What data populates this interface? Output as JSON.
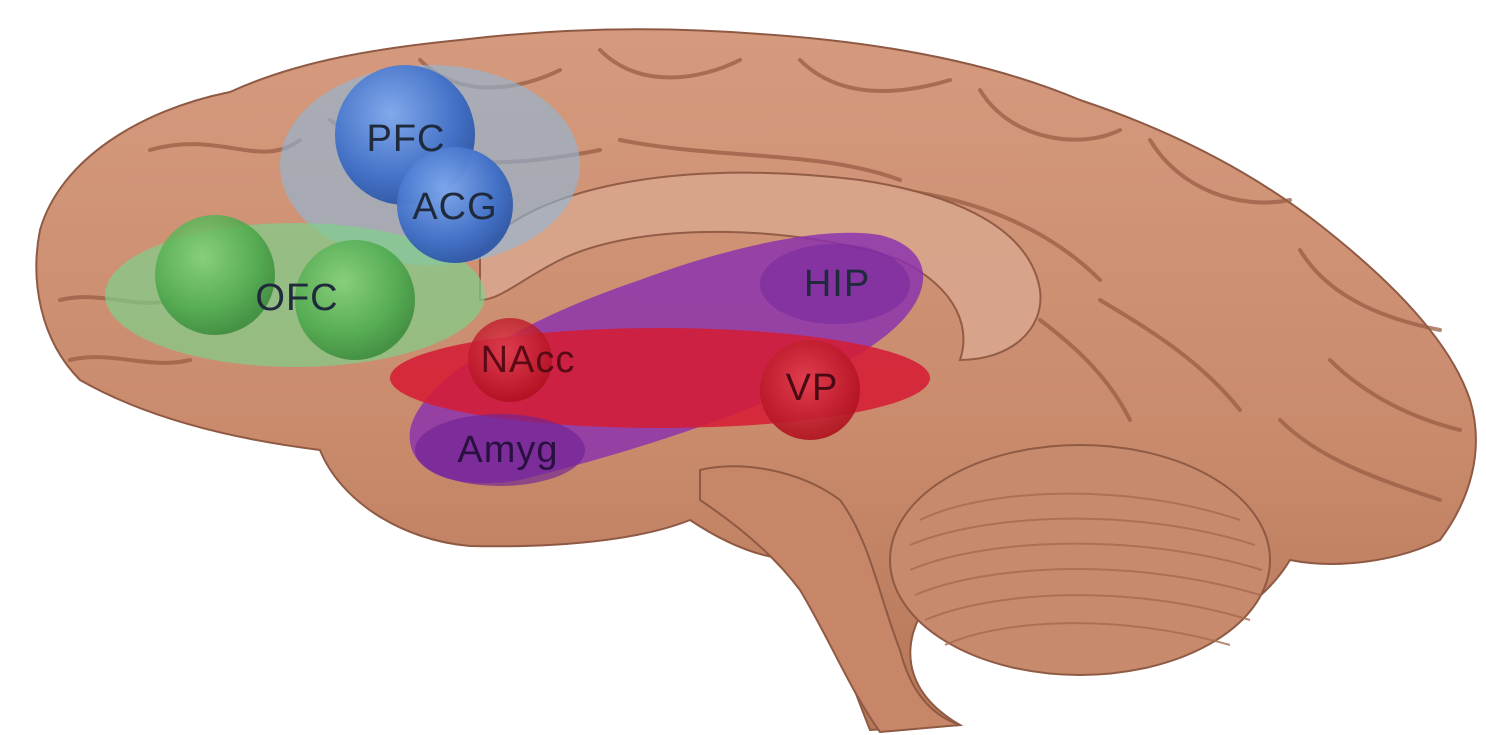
{
  "regions": [
    {
      "id": "pfc",
      "label": "PFC",
      "group": "prefrontal"
    },
    {
      "id": "acg",
      "label": "ACG",
      "group": "prefrontal"
    },
    {
      "id": "ofc",
      "label": "OFC",
      "group": "orbitofrontal"
    },
    {
      "id": "hip",
      "label": "HIP",
      "group": "limbic"
    },
    {
      "id": "nacc",
      "label": "NAcc",
      "group": "striatal"
    },
    {
      "id": "vp",
      "label": "VP",
      "group": "striatal"
    },
    {
      "id": "amyg",
      "label": "Amyg",
      "group": "limbic"
    }
  ],
  "colors": {
    "brain": "#c98a6c",
    "brain_dark": "#9a5e45",
    "brain_light": "#e2b09a",
    "prefrontal": "#8fb8d8",
    "prefrontal_node": "#3f6fc8",
    "orbitofrontal": "#7fd08a",
    "orbitofrontal_node": "#4aa84a",
    "limbic": "#8a2fb0",
    "striatal": "#d51d35",
    "label_text": "#1f2a3c"
  }
}
